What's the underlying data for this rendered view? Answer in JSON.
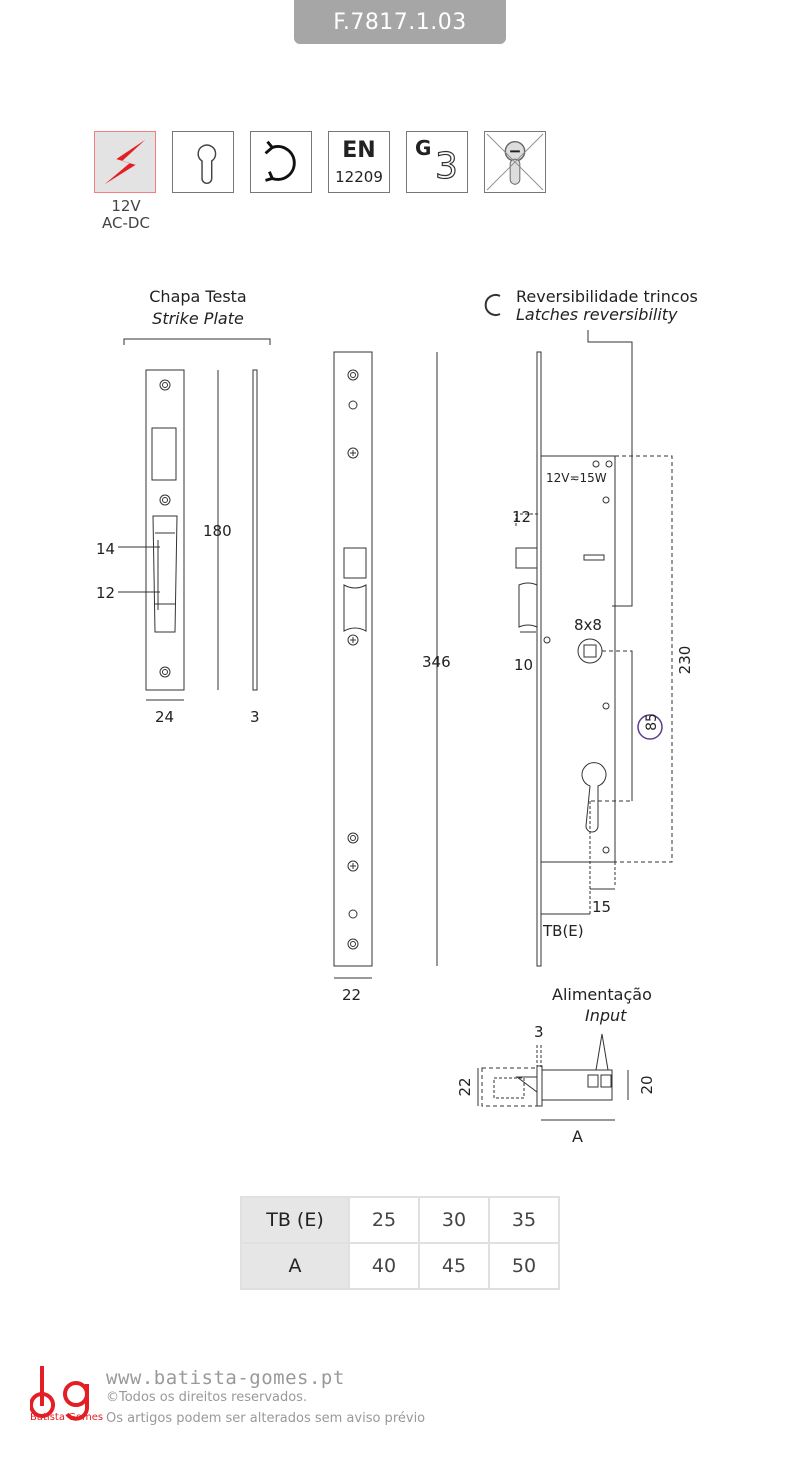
{
  "header": {
    "reference": "F.7817.1.03"
  },
  "icons": [
    {
      "name": "electric-power-icon",
      "caption_line1": "12V",
      "caption_line2": "AC-DC"
    },
    {
      "name": "euro-cylinder-icon"
    },
    {
      "name": "reversible-icon"
    },
    {
      "name": "en-standard-icon",
      "line1": "EN",
      "line2": "12209"
    },
    {
      "name": "grade-icon",
      "letter": "G",
      "number": "3"
    },
    {
      "name": "no-cylinder-icon"
    }
  ],
  "strike_plate": {
    "title": "Chapa Testa",
    "subtitle": "Strike Plate",
    "dim_height": "180",
    "dim_width": "24",
    "dim_thickness": "3",
    "dim_14": "14",
    "dim_12": "12"
  },
  "front_plate": {
    "dim_length": "346",
    "dim_width": "22"
  },
  "lock_body": {
    "title": "Reversibilidade trincos",
    "subtitle": "Latches reversibility",
    "power_label": "12V≂15W",
    "dim_12": "12",
    "dim_10": "10",
    "spindle": "8x8",
    "dim_230": "230",
    "dim_85": "85",
    "dim_15": "15",
    "backset_label": "TB(E)"
  },
  "input_view": {
    "title": "Alimentação",
    "subtitle": "Input",
    "dim_3": "3",
    "dim_22": "22",
    "dim_20": "20",
    "dim_a": "A"
  },
  "table": {
    "rows": [
      {
        "header": "TB (E)",
        "values": [
          "25",
          "30",
          "35"
        ]
      },
      {
        "header": "A",
        "values": [
          "40",
          "45",
          "50"
        ]
      }
    ]
  },
  "footer": {
    "brand": "Batista Gomes",
    "url": "www.batista-gomes.pt",
    "rights": "©Todos os direitos reservados.",
    "notice": "Os artigos podem ser alterados sem aviso prévio"
  },
  "colors": {
    "brand_red": "#e31e24",
    "accent_purple": "#5a3f8c",
    "header_gray": "#a6a6a6"
  }
}
